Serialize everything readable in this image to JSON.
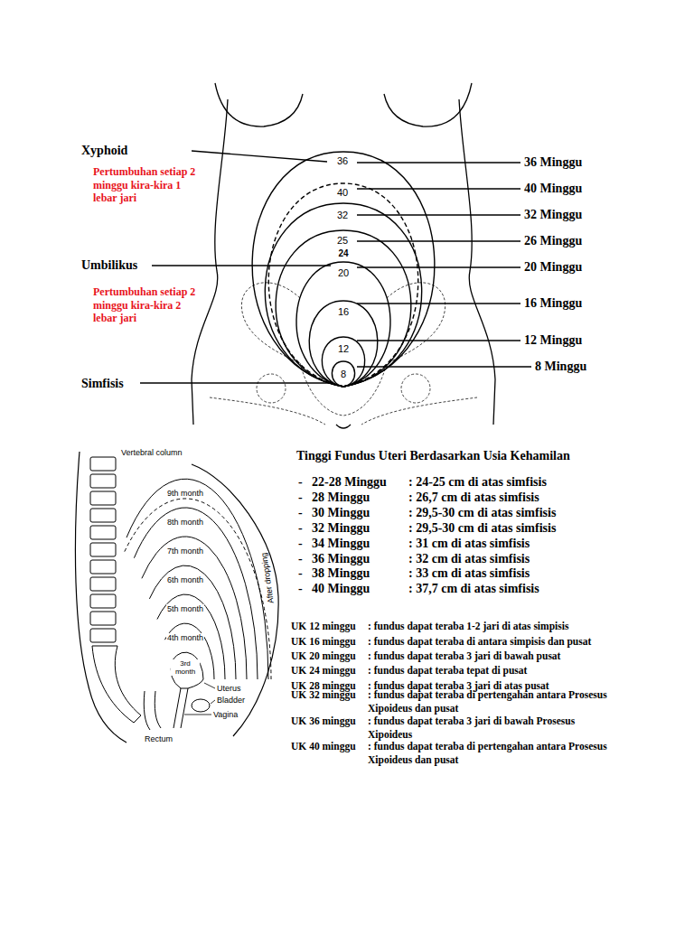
{
  "diagram": {
    "title": "Tinggi Fundus Uteri Berdasarkan Usia Kehamilan",
    "labels": [
      "Xyphoid",
      "Pertumbuhan setiap 2 minggu kira-kira 1 lebar jari",
      "Umbilikus",
      "Pertumbuhan setiap 2 minggu kira-kira 2 lebar jari",
      "Simfisis",
      "36 Minggu",
      "40 Minggu",
      "32 Minggu",
      "26 Minggu",
      "20 Minggu",
      "16 Minggu",
      "12 Minggu",
      "8 Minggu",
      "36",
      "40",
      "32",
      "25",
      "24",
      "20",
      "16",
      "12",
      "8",
      "Vertebral column",
      "9th month",
      "8th month",
      "7th month",
      "6th month",
      "5th month",
      "4th month",
      "3rd month",
      "Uterus",
      "Bladder",
      "Vagina",
      "Rectum",
      "After dropping",
      "-",
      "22-28 Minggu",
      ": 24-25 cm di atas simfisis",
      "-",
      "28 Minggu",
      ": 26,7 cm di atas simfisis",
      "-",
      "30 Minggu",
      ": 29,5-30 cm di atas simfisis",
      "-",
      "32 Minggu",
      ": 29,5-30 cm di atas simfisis",
      "-",
      "34 Minggu",
      ": 31 cm di atas simfisis",
      "-",
      "36 Minggu",
      ": 32 cm di atas simfisis",
      "-",
      "38 Minggu",
      ": 33 cm di atas simfisis",
      "-",
      "40 Minggu",
      ": 37,7 cm di atas simfisis",
      "UK 12 minggu",
      ": fundus dapat teraba 1-2 jari di atas simpisis",
      "UK 16 minggu",
      ": fundus dapat teraba di antara simpisis dan pusat",
      "UK 20 minggu",
      ": fundus dapat teraba 3 jari di bawah pusat",
      "UK 24 minggu",
      ": fundus dapat teraba tepat di pusat",
      "UK 28 minggu",
      ": fundus dapat teraba 3 jari di atas pusat",
      "UK 32 minggu",
      ": fundus dapat teraba di pertengahan antara Prosesus Xipoideus dan pusat",
      "UK 36 minggu",
      ": fundus dapat teraba 3 jari di bawah Prosesus Xipoideus",
      "UK 40 minggu",
      ": fundus dapat teraba di pertengahan antara Prosesus Xipoideus dan pusat"
    ]
  }
}
